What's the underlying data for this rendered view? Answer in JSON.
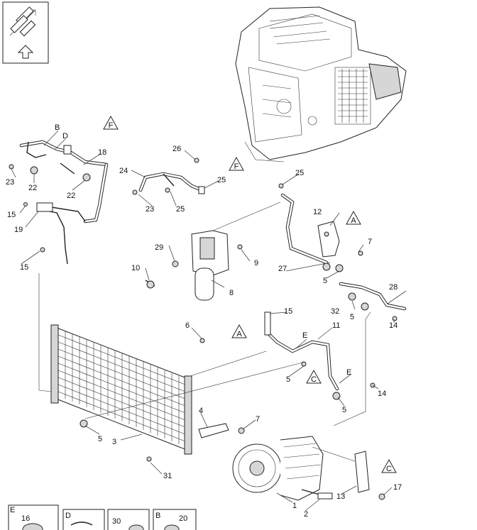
{
  "callouts": {
    "n1": "1",
    "n2": "2",
    "n3": "3",
    "n4": "4",
    "n5a": "5",
    "n5b": "5",
    "n5c": "5",
    "n5d": "5",
    "n5e": "5",
    "n6": "6",
    "n7a": "7",
    "n7b": "7",
    "n8": "8",
    "n9": "9",
    "n10": "10",
    "n11": "11",
    "n12": "12",
    "n13": "13",
    "n14a": "14",
    "n14b": "14",
    "n15a": "15",
    "n15b": "15",
    "n15c": "15",
    "n17": "17",
    "n18": "18",
    "n19": "19",
    "n22a": "22",
    "n22b": "22",
    "n23a": "23",
    "n23b": "23",
    "n24": "24",
    "n25a": "25",
    "n25b": "25",
    "n25c": "25",
    "n26": "26",
    "n27": "27",
    "n28": "28",
    "n29": "29",
    "n31": "31",
    "n32": "32",
    "B": "B",
    "D": "D",
    "E1": "E",
    "E2": "E"
  },
  "view_refs": {
    "F1": "F",
    "F2": "F",
    "A1": "A",
    "A2": "A",
    "C1": "C",
    "C2": "C"
  },
  "detail_boxes": [
    {
      "letter": "E",
      "number": "16"
    },
    {
      "letter": "D",
      "number": ""
    },
    {
      "letter": "",
      "number": "30"
    },
    {
      "letter": "B",
      "number": "20"
    }
  ],
  "icons": {
    "orientation": "arrow-up-icon",
    "direction": "diagonal-arrows-icon"
  },
  "colors": {
    "line": "#222222",
    "background": "#ffffff"
  }
}
